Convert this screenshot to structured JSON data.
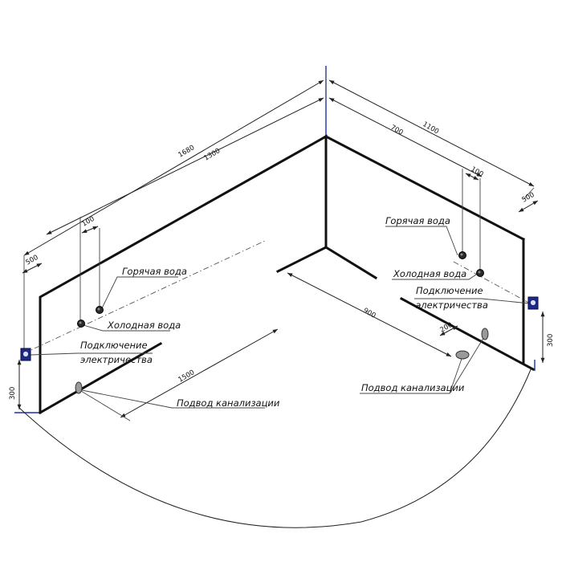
{
  "dimensions": {
    "d1680": "1680",
    "d1300": "1300",
    "d1100": "1100",
    "d700": "700",
    "d100_left": "100",
    "d100_right": "100",
    "d500_left": "500",
    "d500_right": "500",
    "d300_left": "300",
    "d300_right": "300",
    "d900": "900",
    "d1500": "1500",
    "d200": "200"
  },
  "labels": {
    "hot_water_left": "Горячая вода",
    "cold_water_left": "Холодная вода",
    "power_left_line1": "Подключение",
    "power_left_line2": "электричества",
    "drain_left": "Подвод канализации",
    "hot_water_right": "Горячая вода",
    "cold_water_right": "Холодная вода",
    "power_right_line1": "Подключение",
    "power_right_line2": "электричества",
    "drain_right": "Подвод канализации"
  },
  "colors": {
    "wall": "#111111",
    "axis": "#1a2fb0",
    "socket": "#1c2a8a"
  },
  "icons": {
    "pipe": "pipe-outlet-icon",
    "drain": "drain-outlet-icon",
    "socket": "electric-socket-icon"
  }
}
